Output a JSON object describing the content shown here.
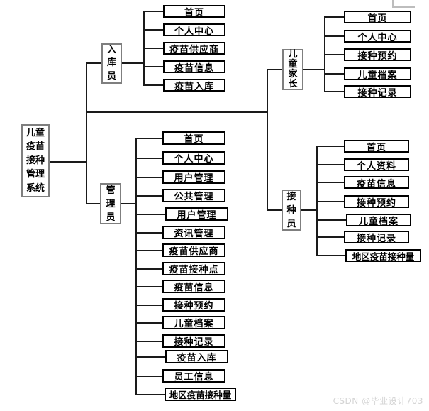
{
  "diagram": {
    "root": {
      "label": "儿童\n疫苗\n接种\n管理\n系统"
    },
    "roles": [
      {
        "id": "ruku",
        "label": "入\n库\n员",
        "items": [
          "首页",
          "个人中心",
          "疫苗供应商",
          "疫苗信息",
          "疫苗入库"
        ]
      },
      {
        "id": "guanli",
        "label": "管\n理\n员",
        "items": [
          "首页",
          "个人中心",
          "用户管理",
          "公共管理",
          "用户管理",
          "资讯管理",
          "疫苗供应商",
          "疫苗接种点",
          "疫苗信息",
          "接种预约",
          "儿童档案",
          "接种记录",
          "疫苗入库",
          "员工信息",
          "地区疫苗接种量"
        ]
      },
      {
        "id": "jiazhang",
        "label": "儿\n童\n家\n长",
        "items": [
          "首页",
          "个人中心",
          "接种预约",
          "儿童档案",
          "接种记录"
        ]
      },
      {
        "id": "jiezhong",
        "label": "接\n种\n员",
        "items": [
          "首页",
          "个人资料",
          "疫苗信息",
          "接种预约",
          "儿童档案",
          "接种记录",
          "地区疫苗接种量"
        ]
      }
    ]
  },
  "watermark": "CSDN @毕业设计703",
  "colors": {
    "background": "#ffffff",
    "line": "#1a1a1a",
    "leaf_border": "#000000",
    "branch_border": "#7f7f7f",
    "watermark_text": "#d4d4d4"
  }
}
